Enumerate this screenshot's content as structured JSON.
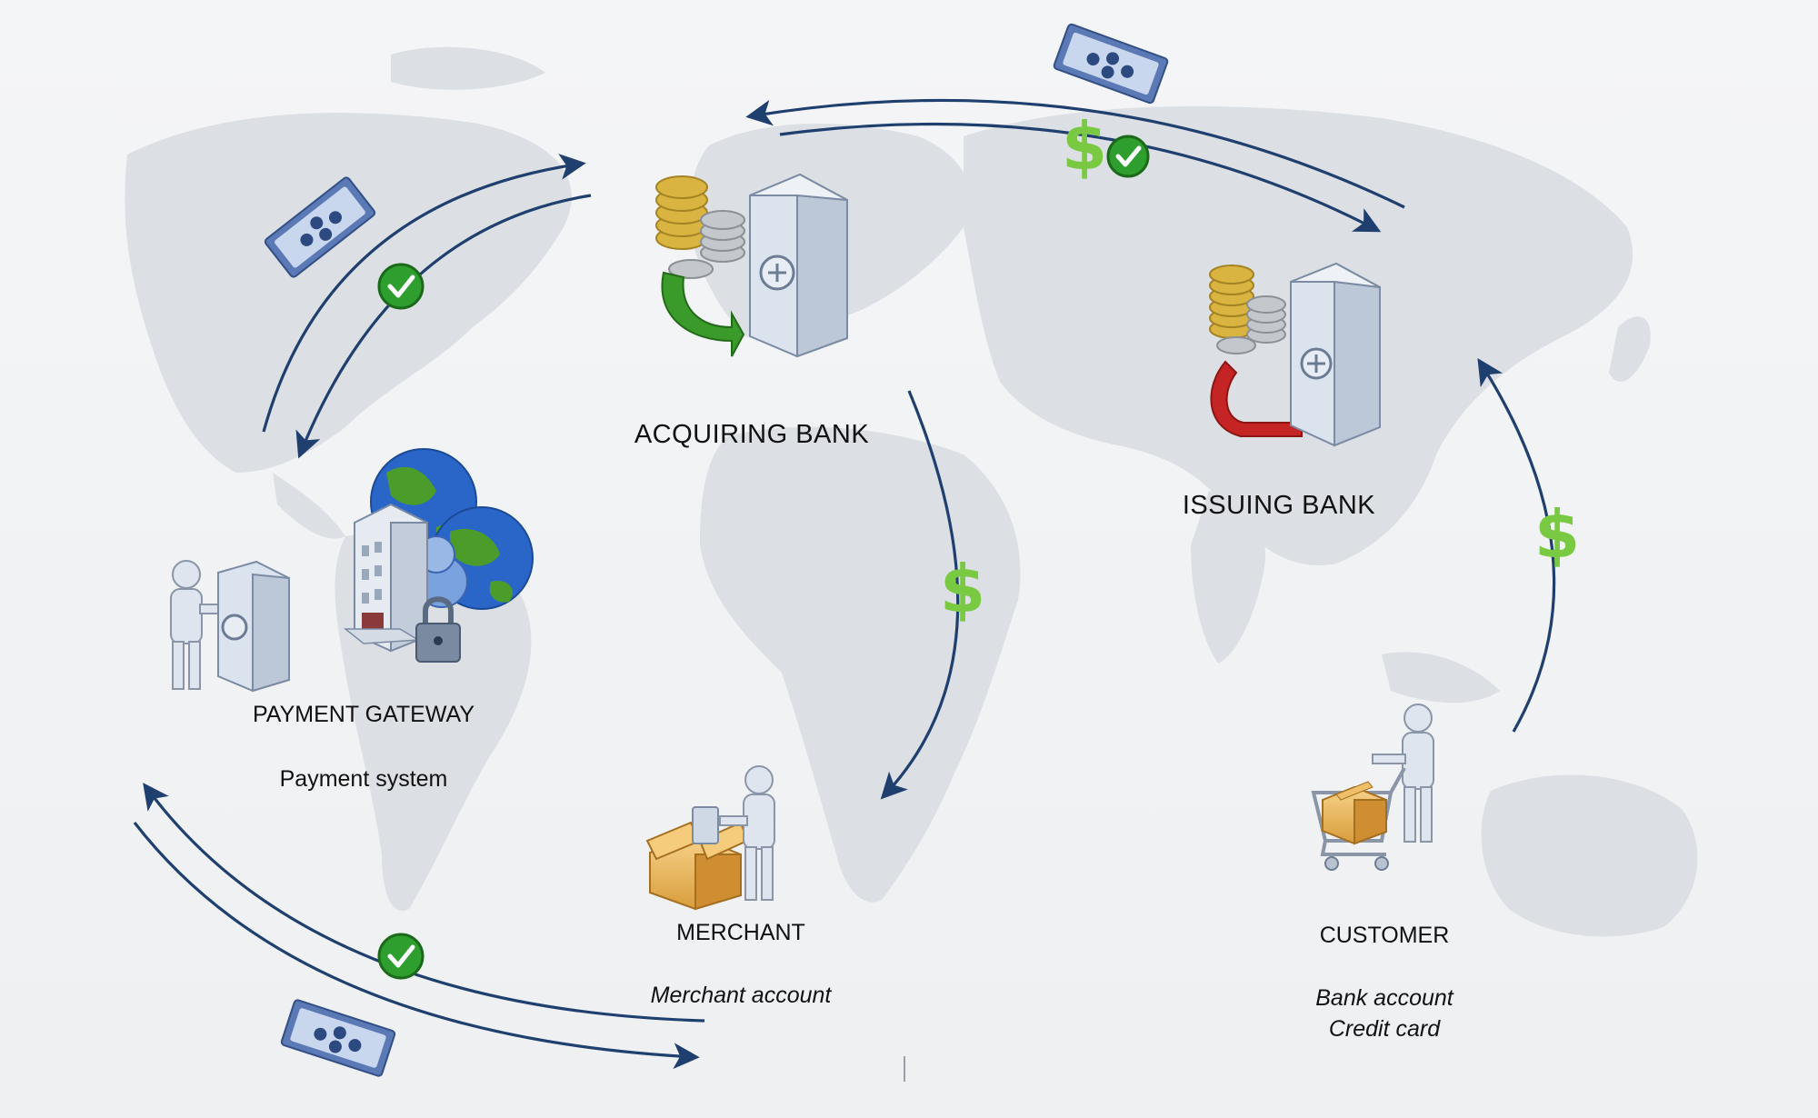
{
  "nodes": {
    "acquiring_bank": {
      "label": "ACQUIRING BANK"
    },
    "issuing_bank": {
      "label": "ISSUING BANK"
    },
    "payment_gateway": {
      "label": "PAYMENT GATEWAY",
      "sub": "Payment system"
    },
    "merchant": {
      "label": "MERCHANT",
      "sub": "Merchant account"
    },
    "customer": {
      "label": "CUSTOMER",
      "sub_line1": "Bank account",
      "sub_line2": "Credit card"
    }
  },
  "symbols": {
    "dollar": "$",
    "check": "✓"
  },
  "colors": {
    "arrow": "#1f3f6e",
    "dollar": "#7ac943",
    "check_fill": "#2e9e2e",
    "map": "#dcdfe3",
    "green_arrow": "#3a9a2a",
    "red_arrow": "#c42424",
    "coin_gold": "#d9b440",
    "coin_silver": "#c4c8cc",
    "globe_blue": "#2a66c8",
    "globe_green": "#4c9c2c"
  }
}
